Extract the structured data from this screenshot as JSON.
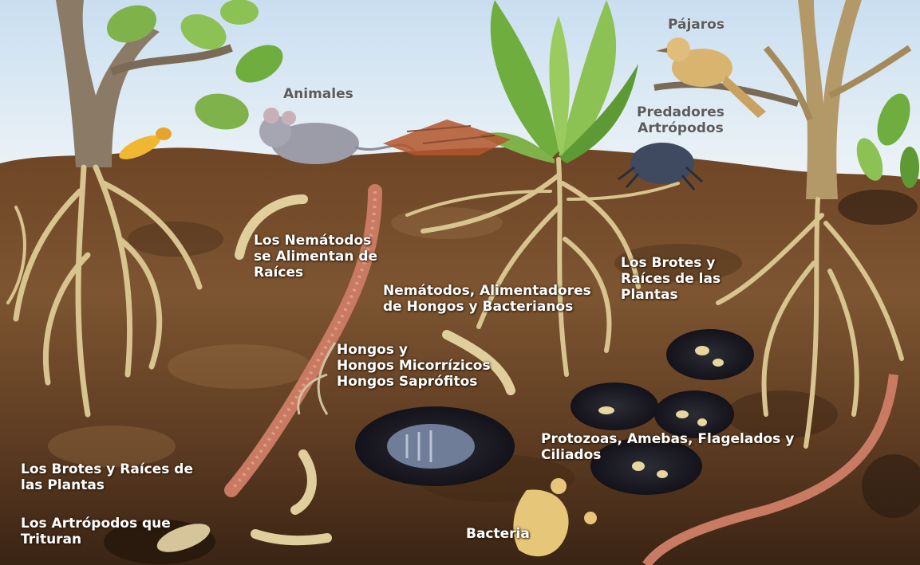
{
  "labels": {
    "pajaros": {
      "lines": [
        "Pájaros"
      ]
    },
    "animales": {
      "lines": [
        "Animales"
      ]
    },
    "predadores": {
      "lines": [
        "Predadores",
        "Artrópodos"
      ]
    },
    "nematodos_raices": {
      "lines": [
        "Los Nemátodos",
        "se Alimentan de",
        "Raíces"
      ]
    },
    "nematodos_hongos": {
      "lines": [
        "Nemátodos, Alimentadores",
        "de Hongos y Bacterianos"
      ]
    },
    "brotes_derecha": {
      "lines": [
        "Los Brotes y",
        "Raíces de las",
        "Plantas"
      ]
    },
    "hongos": {
      "lines": [
        "Hongos y",
        "Hongos Micorrízicos",
        "Hongos Saprófitos"
      ]
    },
    "protozoas": {
      "lines": [
        "Protozoas, Amebas, Flagelados y",
        "Ciliados"
      ]
    },
    "brotes_izquierda": {
      "lines": [
        "Los Brotes y Raíces de",
        "las Plantas"
      ]
    },
    "artropodos_trituran": {
      "lines": [
        "Los Artrópodos que",
        "Trituran"
      ]
    },
    "bacteria": {
      "lines": [
        "Bacteria"
      ]
    }
  },
  "colors": {
    "sky": "#dbe9f4",
    "soil_top": "#7a5230",
    "soil_deep": "#4a2f1a",
    "root": "#d8c48e",
    "leaf": "#6fae3e",
    "worm": "#c97a63",
    "label_light": "#ffffff",
    "label_dark": "#5b5b5b"
  }
}
